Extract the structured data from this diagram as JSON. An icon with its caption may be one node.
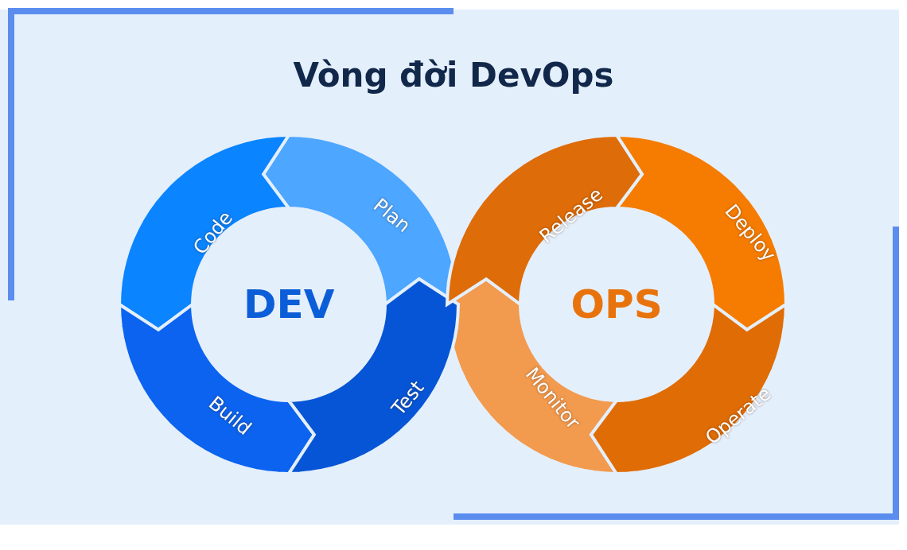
{
  "diagram": {
    "title": "Vòng đời DevOps",
    "nodes": [
      {
        "text": [
          "Plan"
        ]
      },
      {
        "text": [
          "Code"
        ]
      },
      {
        "text": [
          "Build"
        ]
      },
      {
        "text": [
          "Test"
        ]
      },
      {
        "text": [
          "Release"
        ]
      },
      {
        "text": [
          "Deploy"
        ]
      },
      {
        "text": [
          "Operate"
        ]
      },
      {
        "text": [
          "Monitor"
        ]
      }
    ],
    "labels": [
      "DEV",
      "OPS"
    ]
  }
}
